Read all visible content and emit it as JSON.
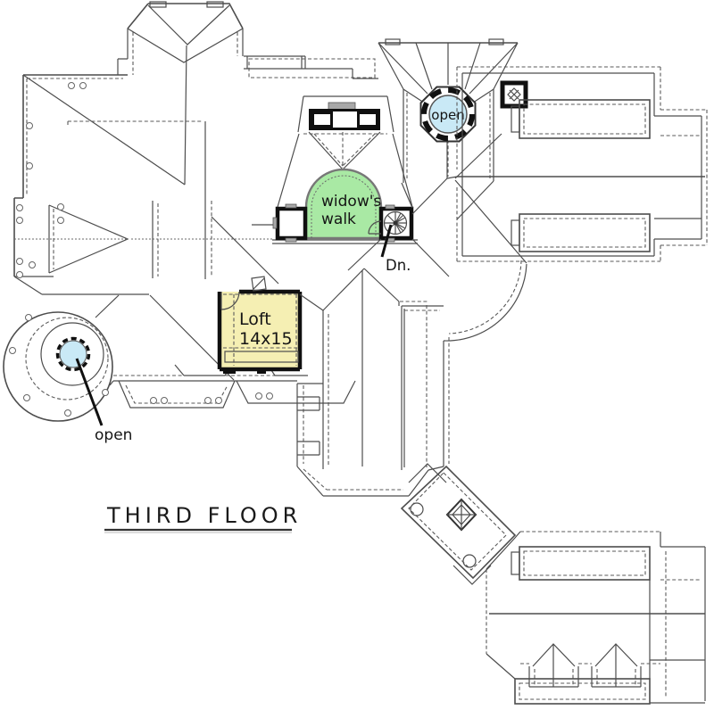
{
  "title": "THIRD FLOOR",
  "labels": {
    "widows_walk_line1": "widow's",
    "widows_walk_line2": "walk",
    "loft_name": "Loft",
    "loft_size": "14x15",
    "open_top": "open",
    "open_bottom": "open",
    "down": "Dn."
  },
  "colors": {
    "widows_walk_fill": "#a9e9a4",
    "loft_fill": "#f5efb3",
    "open_fill": "#c9e9f6",
    "line": "#4d4d4d",
    "wall": "#101010",
    "background": "#ffffff"
  }
}
